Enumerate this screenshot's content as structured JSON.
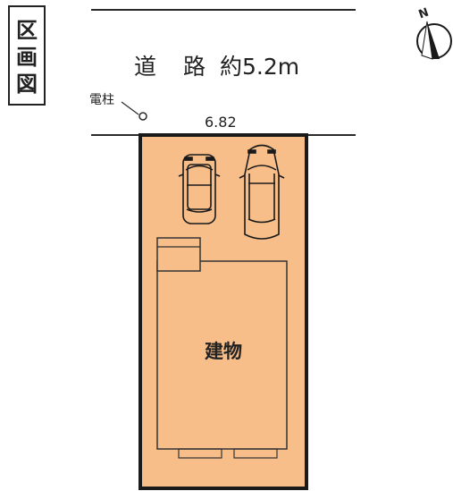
{
  "title_chars": [
    "区",
    "画",
    "図"
  ],
  "road": {
    "label_a": "道",
    "label_b": "路",
    "label_width": "約5.2m"
  },
  "pole_label": "電柱",
  "frontage": "6.82",
  "building_label": "建物",
  "compass": {
    "north_letter": "N"
  },
  "colors": {
    "lot_fill": "#F7BE89",
    "lot_border": "#1a1a1a",
    "line": "#2a2a2a"
  }
}
